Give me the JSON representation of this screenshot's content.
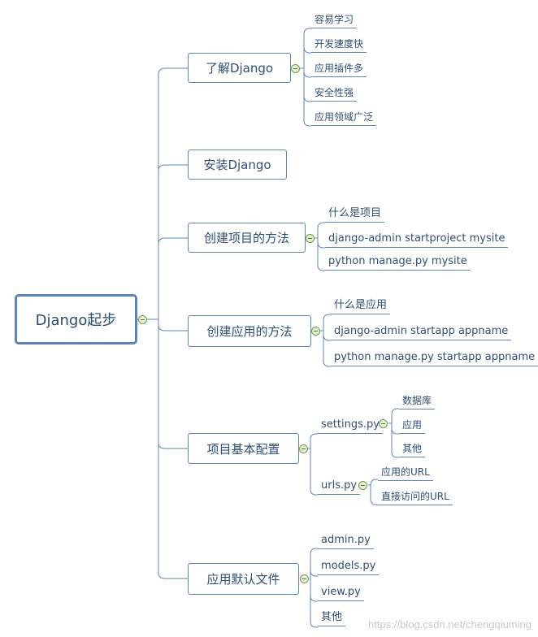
{
  "root": {
    "label": "Django起步"
  },
  "branches": {
    "b1": {
      "label": "了解Django",
      "children": [
        "容易学习",
        "开发速度快",
        "应用插件多",
        "安全性强",
        "应用领域广泛"
      ]
    },
    "b2": {
      "label": "安装Django"
    },
    "b3": {
      "label": "创建项目的方法",
      "children": [
        "什么是项目",
        "django-admin startproject mysite",
        "python manage.py mysite"
      ]
    },
    "b4": {
      "label": "创建应用的方法",
      "children": [
        "什么是应用",
        "django-admin startapp appname",
        "python manage.py startapp appname"
      ]
    },
    "b5": {
      "label": "项目基本配置",
      "settings": {
        "label": "settings.py",
        "children": [
          "数据库",
          "应用",
          "其他"
        ]
      },
      "urls": {
        "label": "urls.py",
        "children": [
          "应用的URL",
          "直接访问的URL"
        ]
      }
    },
    "b6": {
      "label": "应用默认文件",
      "children": [
        "admin.py",
        "models.py",
        "view.py",
        "其他"
      ]
    }
  },
  "watermark": "https://blog.csdn.net/chengqiuming",
  "colors": {
    "line": "#5b84b8",
    "text": "#2f4f76",
    "toggle_border": "#6e9a4b",
    "toggle_fill": "#e6f2d5"
  }
}
